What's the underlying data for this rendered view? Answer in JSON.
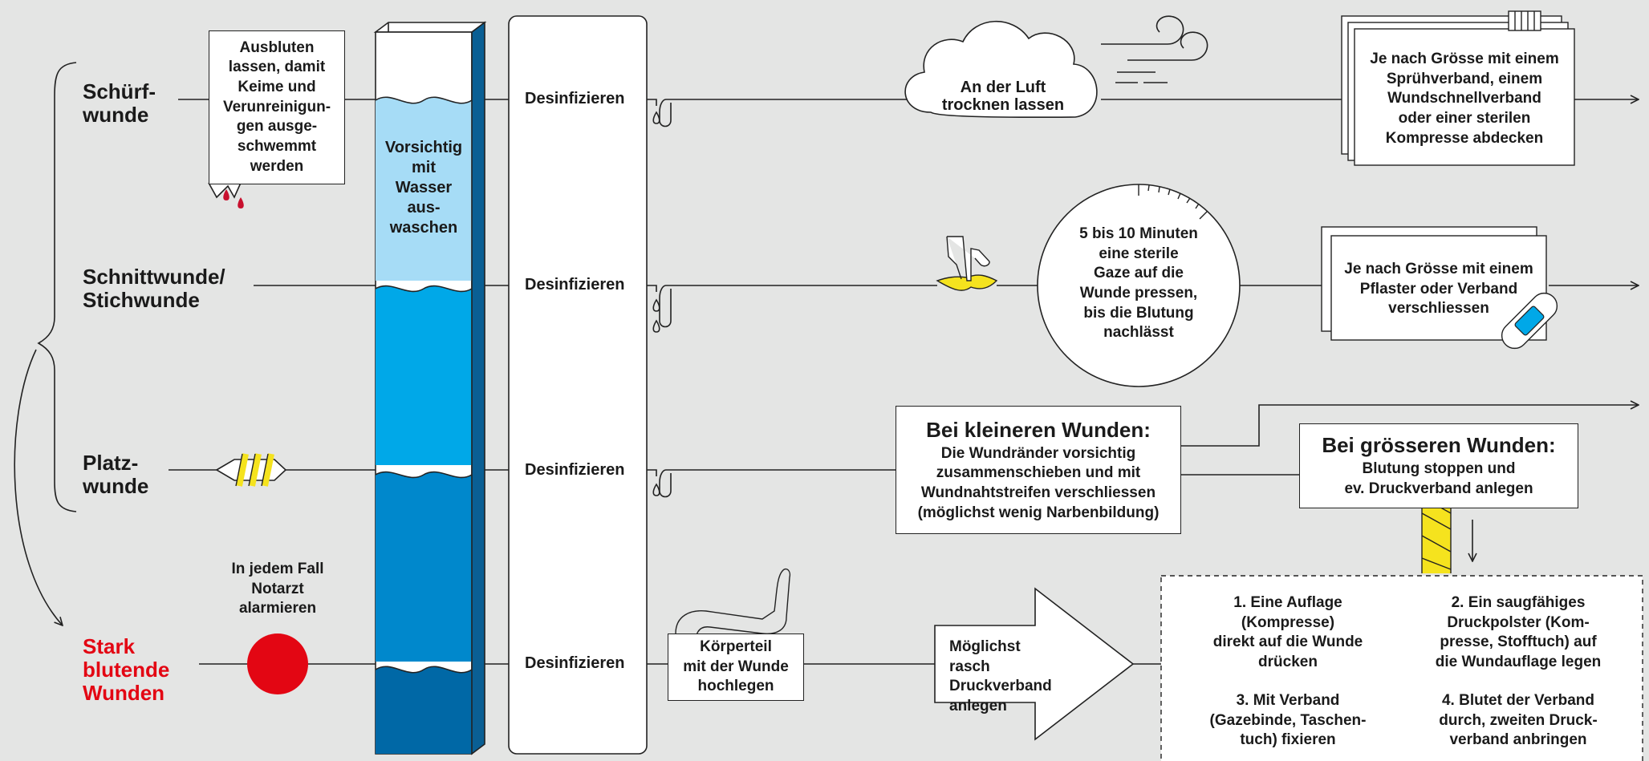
{
  "wound_types": {
    "abrasion": "Schürf-\nwunde",
    "cut": "Schnittwunde/\nStichwunde",
    "laceration": "Platz-\nwunde",
    "heavy": "Stark\nblutende\nWunden"
  },
  "column": {
    "water_text": "Vorsichtig\nmit\nWasser\naus-\nwaschen",
    "disinfect": "Desinfizieren"
  },
  "abrasion": {
    "bleed_note": "Ausbluten\nlassen, damit\nKeime und\nVerunreinigun-\ngen ausge-\nschwemmt\nwerden",
    "dry": "An der Luft\ntrocknen lassen",
    "cover": "Je nach Grösse mit einem\nSprühverband, einem\nWundschnellverband\noder einer sterilen\nKompresse abdecken"
  },
  "cut": {
    "press": "5 bis 10 Minuten\neine sterile\nGaze auf die\nWunde pressen,\nbis die Blutung\nnachlässt",
    "close": "Je nach Grösse mit einem\nPflaster oder Verband\nverschliessen"
  },
  "laceration": {
    "small_title": "Bei kleineren Wunden:",
    "small_text": "Die Wundränder vorsichtig\nzusammenschieben und mit\nWundnahtstreifen verschliessen\n(möglichst wenig Narbenbildung)",
    "large_title": "Bei grösseren Wunden:",
    "large_text": "Blutung stoppen und\nev. Druckverband anlegen"
  },
  "heavy": {
    "alarm": "In jedem Fall\nNotarzt\nalarmieren",
    "elevate": "Körperteil\nmit der Wunde\nhochlegen",
    "bandage": "Möglichst rasch\nDruckverband\nanlegen",
    "steps": [
      "1. Eine Auflage\n(Kompresse)\ndirekt auf die Wunde\ndrücken",
      "2. Ein saugfähiges\nDruckpolster (Kom-\npresse, Stofftuch) auf\ndie Wundauflage legen",
      "3. Mit Verband\n(Gazebinde, Taschen-\ntuch) fixieren",
      "4. Blutet der Verband\ndurch, zweiten Druck-\nverband anbringen"
    ]
  },
  "colors": {
    "background": "#e4e5e4",
    "water_light": "#a6dcf6",
    "water_mid": "#00a8e8",
    "water_deep": "#0088cc",
    "water_dark": "#0068a6",
    "alert_red": "#e30613",
    "gauze_yellow": "#f5e31e"
  }
}
